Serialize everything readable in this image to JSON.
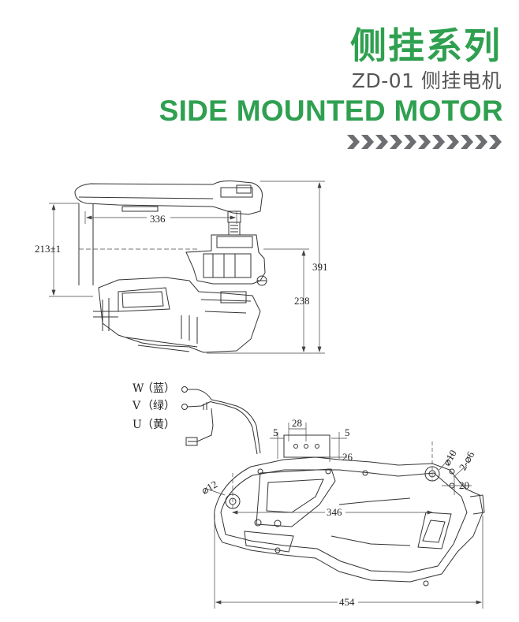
{
  "header": {
    "title_cn": "侧挂系列",
    "model": "ZD-01 侧挂电机",
    "title_en": "SIDE MOUNTED MOTOR",
    "accent_color": "#2fa050",
    "chevron_color": "#6d6e71"
  },
  "top_view": {
    "dim_width": "336",
    "dim_left_height": "213±1",
    "dim_total_height": "391",
    "dim_inner_height": "238"
  },
  "wires": [
    {
      "letter": "W",
      "color_cn": "（蓝）"
    },
    {
      "letter": "V",
      "color_cn": "（绿）"
    },
    {
      "letter": "U",
      "color_cn": "（黄）"
    }
  ],
  "side_view": {
    "dim_28": "28",
    "dim_5_left": "5",
    "dim_5_right": "5",
    "dim_26": "26",
    "dim_d10": "⌀10",
    "dim_2d6": "2-⌀6",
    "dim_20": "20",
    "dim_d12": "⌀12",
    "dim_346": "346",
    "dim_454": "454"
  }
}
